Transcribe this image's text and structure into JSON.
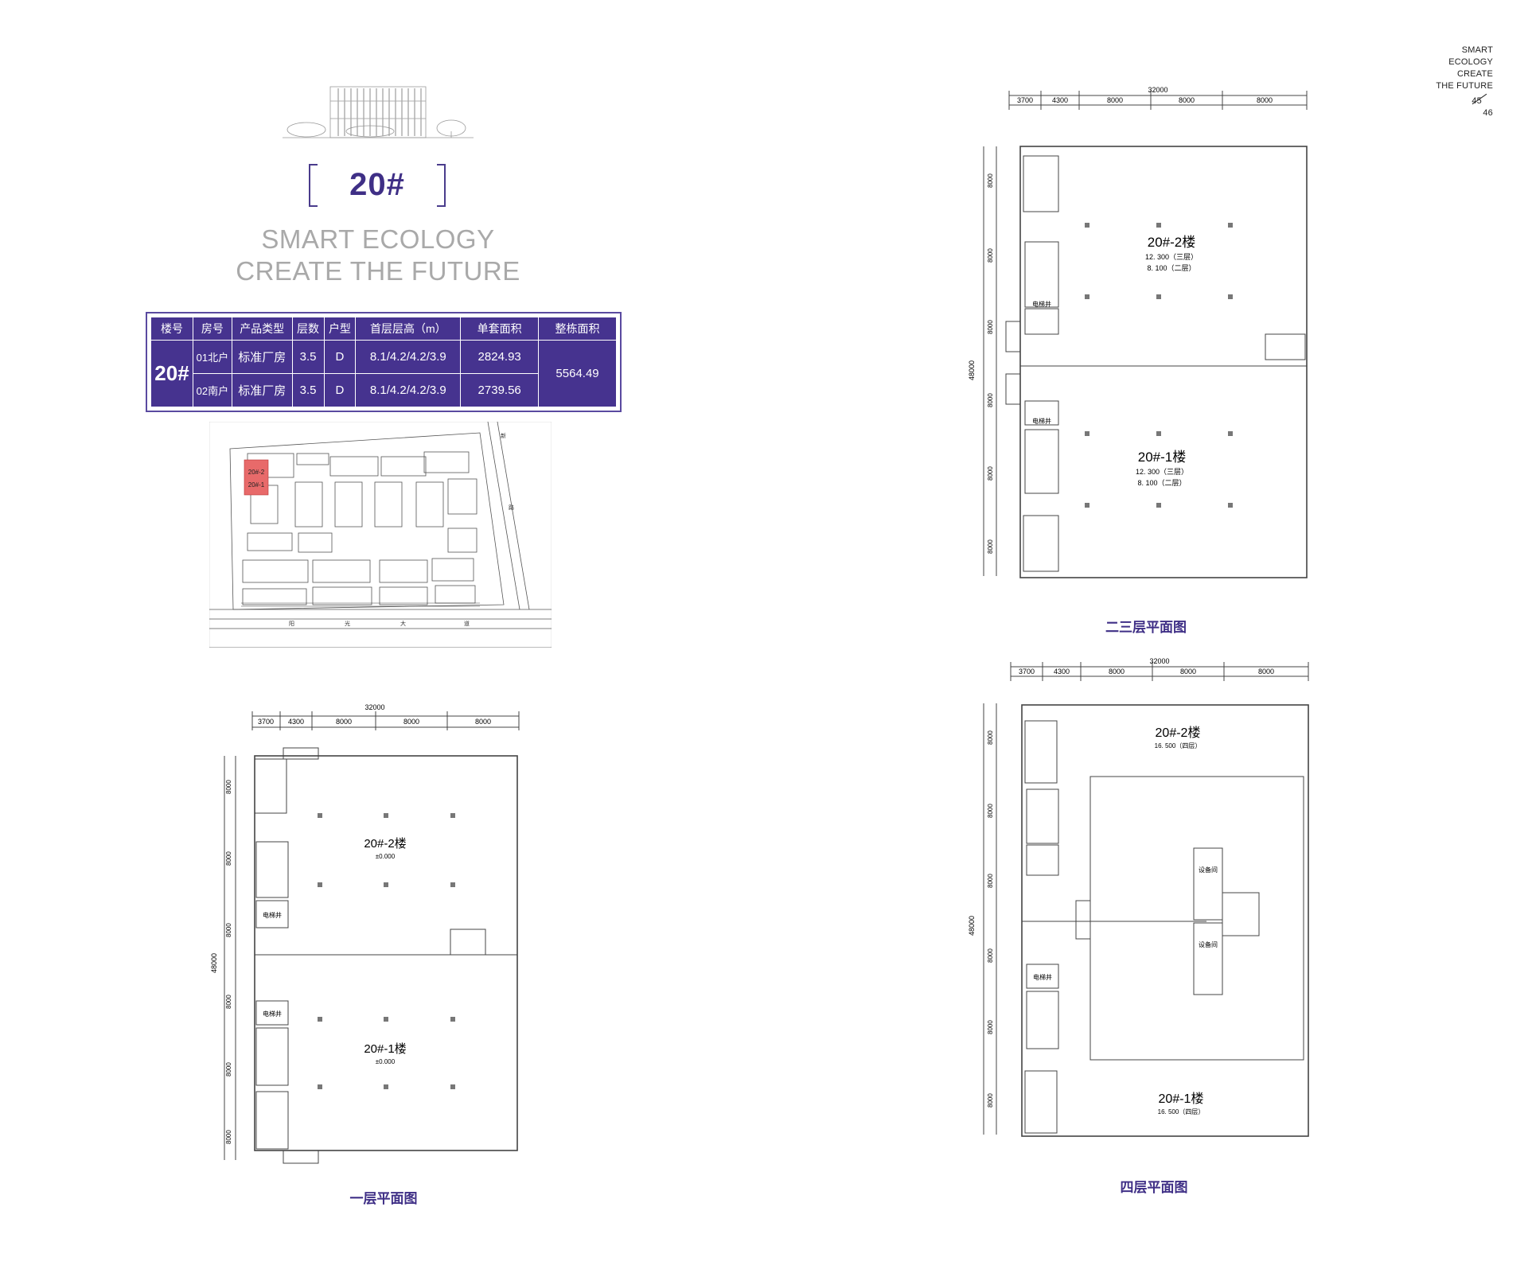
{
  "corner": {
    "line1": "SMART",
    "line2": "ECOLOGY",
    "line3": "CREATE",
    "line4": "THE FUTURE",
    "page_current": "45",
    "page_total": "46"
  },
  "title": "20#",
  "slogan": {
    "line1": "SMART ECOLOGY",
    "line2": "CREATE THE FUTURE"
  },
  "table": {
    "headers": [
      "楼号",
      "房号",
      "产品类型",
      "层数",
      "户型",
      "首层层高（m）",
      "单套面积",
      "整栋面积"
    ],
    "building": "20#",
    "rows": [
      {
        "room": "01北户",
        "type": "标准厂房",
        "floors": "3.5",
        "unit": "D",
        "heights": "8.1/4.2/4.2/3.9",
        "area": "2824.93"
      },
      {
        "room": "02南户",
        "type": "标准厂房",
        "floors": "3.5",
        "unit": "D",
        "heights": "8.1/4.2/4.2/3.9",
        "area": "2739.56"
      }
    ],
    "total_area": "5564.49"
  },
  "site_plan": {
    "highlight_top": "20#-2",
    "highlight_bottom": "20#-1",
    "road_chars": [
      "阳",
      "光",
      "大",
      "道"
    ],
    "side_chars": [
      "新",
      "路"
    ]
  },
  "plans": {
    "floor1": {
      "caption": "一层平面图",
      "total_width": "32000",
      "spans": [
        "3700",
        "4300",
        "8000",
        "8000",
        "8000"
      ],
      "total_depth": "48000",
      "rows": [
        "8000",
        "8000",
        "8000",
        "8000",
        "8000",
        "8000"
      ],
      "unit_top": "20#-2楼",
      "unit_top_level": "±0.000",
      "unit_bottom": "20#-1楼",
      "unit_bottom_level": "±0.000",
      "elevator_top": "电梯井",
      "elevator_bottom": "电梯井"
    },
    "floor23": {
      "caption": "二三层平面图",
      "total_width": "32000",
      "spans": [
        "3700",
        "4300",
        "8000",
        "8000",
        "8000"
      ],
      "total_depth": "48000",
      "rows": [
        "8000",
        "8000",
        "8000",
        "8000",
        "8000",
        "8000"
      ],
      "unit_top": "20#-2楼",
      "unit_top_level1": "12. 300（三层）",
      "unit_top_level2": "8. 100（二层）",
      "unit_bottom": "20#-1楼",
      "unit_bottom_level1": "12. 300（三层）",
      "unit_bottom_level2": "8. 100（二层）",
      "elevator_top": "电梯井",
      "elevator_bottom": "电梯井"
    },
    "floor4": {
      "caption": "四层平面图",
      "total_width": "32000",
      "spans": [
        "3700",
        "4300",
        "8000",
        "8000",
        "8000"
      ],
      "total_depth": "48000",
      "rows": [
        "8000",
        "8000",
        "8000",
        "8000",
        "8000",
        "8000"
      ],
      "unit_top": "20#-2楼",
      "unit_top_level": "16. 500（四层）",
      "unit_bottom": "20#-1楼",
      "unit_bottom_level": "16. 500（四层）",
      "equipment_top": "设备间",
      "equipment_bottom": "设备间",
      "elevator": "电梯井"
    }
  },
  "colors": {
    "brand": "#3f2f86",
    "table_bg": "#46338f",
    "slogan": "#a9a9a9",
    "highlight": "#e86a6a"
  }
}
